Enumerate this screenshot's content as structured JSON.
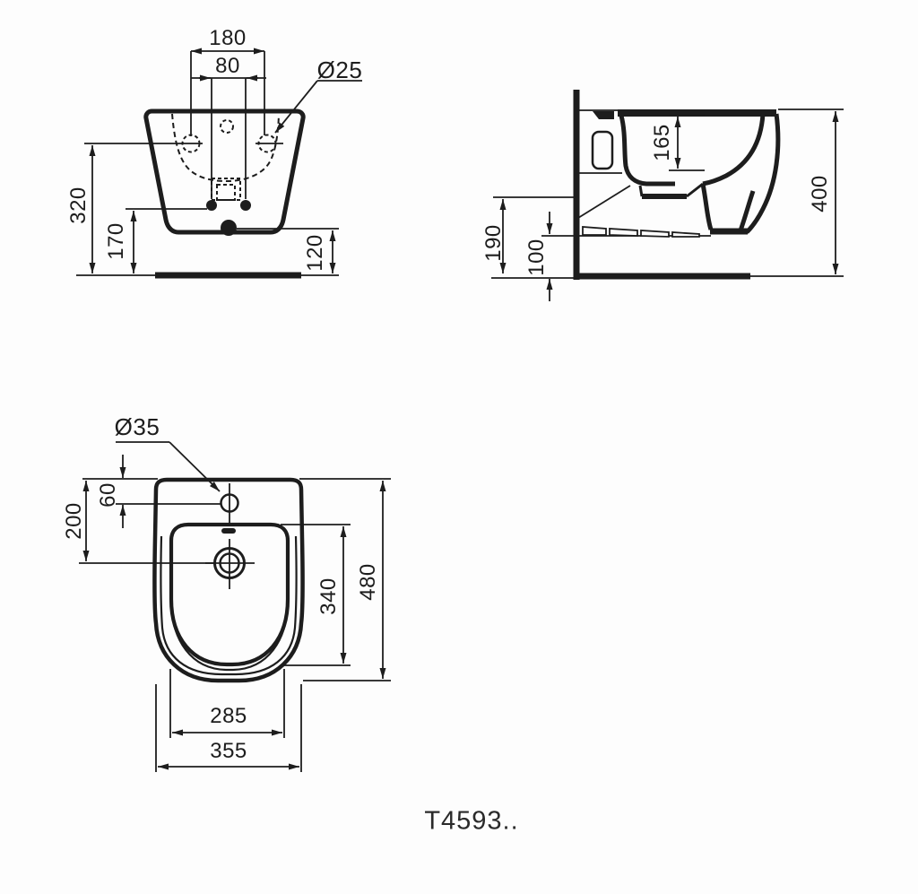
{
  "drawing": {
    "model_code": "T4593..",
    "line_color": "#1d1d1d",
    "background": "#fdfdfd",
    "front_view": {
      "dim_fixing_holes_spacing": "180",
      "dim_supply_spacing": "80",
      "fixing_hole_diameter": "Ø25",
      "dim_height_fixing_holes": "320",
      "dim_height_supply": "170",
      "dim_height_bottom_edge": "120"
    },
    "side_view": {
      "dim_inner_depth": "165",
      "dim_overall_height": "400",
      "dim_underside_front_height": "190",
      "dim_underside_wall_height": "100"
    },
    "plan_view": {
      "tap_hole_diameter": "Ø35",
      "dim_tap_hole_offset": "60",
      "dim_drain_offset": "200",
      "dim_bowl_length": "340",
      "dim_overall_length": "480",
      "dim_bowl_width": "285",
      "dim_overall_width": "355"
    }
  }
}
